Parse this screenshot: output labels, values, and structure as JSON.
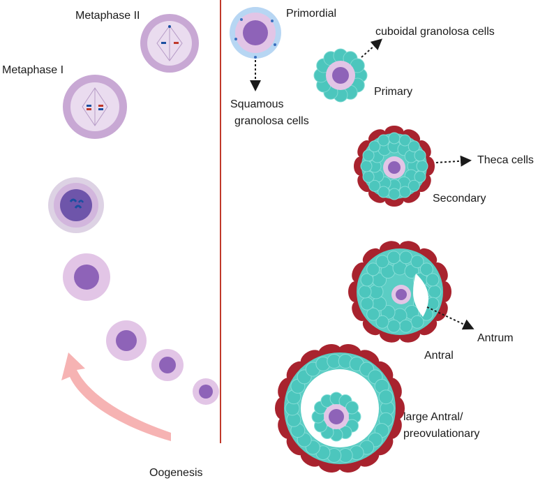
{
  "labels": {
    "metaphase_ii": "Metaphase II",
    "metaphase_i": "Metaphase I",
    "oogenesis": "Oogenesis",
    "primordial": "Primordial",
    "squamous": "Squamous",
    "granolosa_cells": "granolosa cells",
    "cuboidal": "cuboidal granolosa cells",
    "primary": "Primary",
    "theca": "Theca cells",
    "secondary": "Secondary",
    "antrum": "Antrum",
    "antral": "Antral",
    "large_antral": "large Antral/",
    "preovulationary": "preovulationary"
  },
  "colors": {
    "divider": "#c0392b",
    "oocyte": "#8e63b8",
    "zona": "#e2c5e6",
    "oocyte_outer": "#c8a8d4",
    "granulosa": "#4cc6bd",
    "theca": "#a8232e",
    "squamous": "#9ec8ee",
    "arrow": "#f4a6a6",
    "text": "#1a1a1a"
  }
}
